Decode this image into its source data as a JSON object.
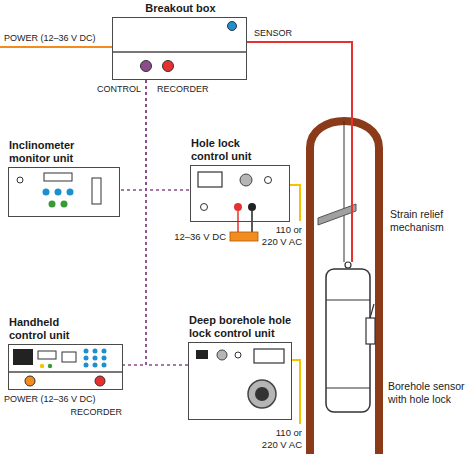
{
  "diagram": {
    "nodes": [
      {
        "text": [
          "Breakout box"
        ]
      },
      {
        "text": [
          "Inclinometer monitor unit"
        ]
      },
      {
        "text": [
          "Hole lock control unit"
        ]
      },
      {
        "text": [
          "Handheld control unit"
        ]
      },
      {
        "text": [
          "Deep borehole hole lock control unit"
        ]
      },
      {
        "text": [
          "Borehole sensor with hole lock"
        ]
      }
    ],
    "edges": [
      {
        "from": 0,
        "to": 1,
        "arrow": "none"
      },
      {
        "from": 0,
        "to": 2,
        "arrow": "none"
      },
      {
        "from": 0,
        "to": 3,
        "arrow": "none"
      },
      {
        "from": 0,
        "to": 4,
        "arrow": "none"
      },
      {
        "from": 0,
        "to": 5,
        "arrow": "none"
      }
    ],
    "labels": [
      "POWER (12–36 V DC)",
      "SENSOR",
      "CONTROL",
      "RECORDER",
      "Strain relief mechanism",
      "12–36 V DC",
      "110 or 220 V AC",
      "POWER (12–36 V DC)",
      "RECORDER",
      "110 or 220 V AC"
    ]
  }
}
